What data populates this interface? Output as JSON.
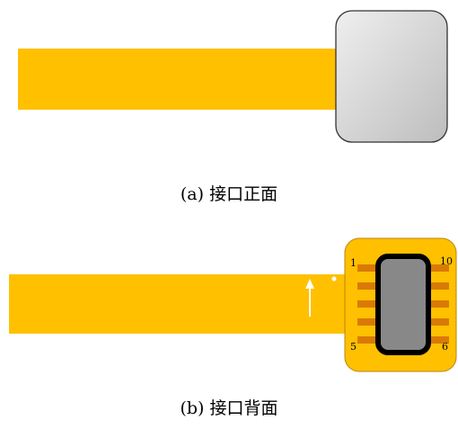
{
  "captions": {
    "front": "(a)  接口正面",
    "back": "(b)  接口背面"
  },
  "pin_labels": {
    "top_left": "1",
    "top_right": "10",
    "bottom_left": "5",
    "bottom_right": "6"
  },
  "colors": {
    "ribbon": "#FFC000",
    "pad": "#D97A06",
    "chip_body": "#888888",
    "connector_light": "#EFEFEF",
    "connector_dark": "#BDBDBD",
    "outline": "#000000"
  }
}
